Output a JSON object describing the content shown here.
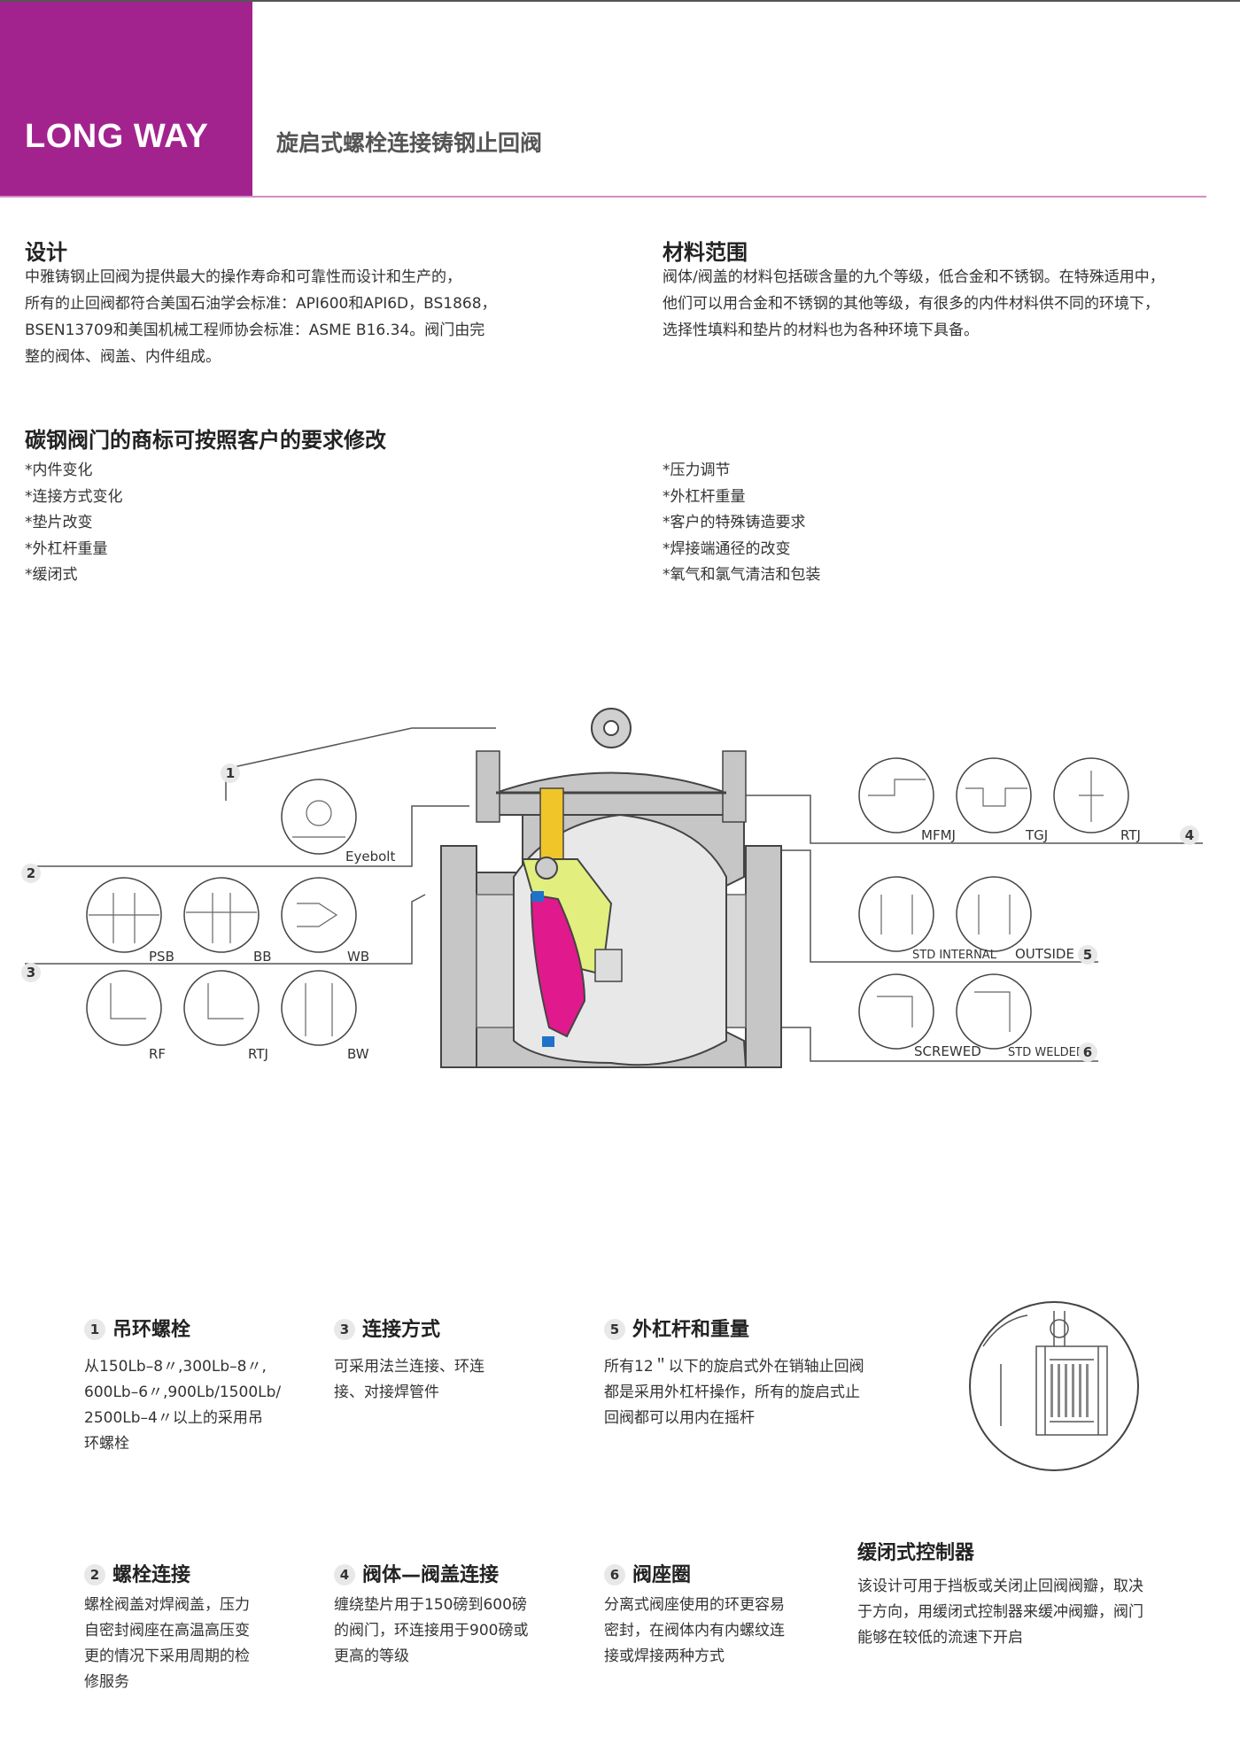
{
  "header": {
    "brand": "LONG WAY",
    "title": "旋启式螺栓连接铸钢止回阀"
  },
  "design": {
    "heading": "设计",
    "lines": [
      "中雅铸钢止回阀为提供最大的操作寿命和可靠性而设计和生产的，",
      "所有的止回阀都符合美国石油学会标准：API600和API6D，BS1868，",
      "BSEN13709和美国机械工程师协会标准：ASME B16.34。阀门由完",
      "整的阀体、阀盖、内件组成。"
    ]
  },
  "materials": {
    "heading": "材料范围",
    "lines": [
      "阀体/阀盖的材料包括碳含量的九个等级，低合金和不锈钢。在特殊适用中，",
      "他们可以用合金和不锈钢的其他等级，有很多的内件材料供不同的环境下，",
      "选择性填料和垫片的材料也为各种环境下具备。"
    ]
  },
  "custom": {
    "heading": "碳钢阀门的商标可按照客户的要求修改",
    "left": [
      "*内件变化",
      "*连接方式变化",
      "*垫片改变",
      "*外杠杆重量",
      "*缓闭式"
    ],
    "right": [
      "*压力调节",
      "*外杠杆重量",
      "*客户的特殊铸造要求",
      "*焊接端通径的改变",
      "*氧气和氯气清洁和包装"
    ]
  },
  "diagram": {
    "markers": [
      "1",
      "2",
      "3",
      "4",
      "5",
      "6"
    ],
    "labels": {
      "eyebolt": "Eyebolt",
      "psb": "PSB",
      "bb": "BB",
      "wb": "WB",
      "rf": "RF",
      "rtj_left": "RTJ",
      "bw": "BW",
      "mfmj": "MFMJ",
      "tgj": "TGJ",
      "rtj_right": "RTJ",
      "std_internal": "STD INTERNAL",
      "outside": "OUTSIDE",
      "screwed": "SCREWED",
      "std_welded": "STD WELDED"
    },
    "colors": {
      "body": "#c6c6c6",
      "disc": "#e0198c",
      "arm": "#e2ee7e",
      "hinge": "#f0c52a",
      "seat": "#1e73c8"
    }
  },
  "features": [
    {
      "num": "1",
      "title": "吊环螺栓",
      "lines": [
        "从150Lb–8〃,300Lb–8〃,",
        "600Lb–6〃,900Lb/1500Lb/",
        "2500Lb–4〃以上的采用吊",
        "环螺栓"
      ]
    },
    {
      "num": "3",
      "title": "连接方式",
      "lines": [
        "可采用法兰连接、环连",
        "接、对接焊管件"
      ]
    },
    {
      "num": "5",
      "title": "外杠杆和重量",
      "lines": [
        "所有12＂以下的旋启式外在销轴止回阀",
        "都是采用外杠杆操作，所有的旋启式止",
        "回阀都可以用内在摇杆"
      ]
    },
    {
      "num": "2",
      "title": "螺栓连接",
      "lines": [
        "螺栓阀盖对焊阀盖，压力",
        "自密封阀座在高温高压变",
        "更的情况下采用周期的检",
        "修服务"
      ]
    },
    {
      "num": "4",
      "title": "阀体—阀盖连接",
      "lines": [
        "缠绕垫片用于150磅到600磅",
        "的阀门，环连接用于900磅或",
        "更高的等级"
      ]
    },
    {
      "num": "6",
      "title": "阀座圈",
      "lines": [
        "分离式阀座使用的环更容易",
        "密封，在阀体内有内螺纹连",
        "接或焊接两种方式"
      ]
    }
  ],
  "slow_close": {
    "title": "缓闭式控制器",
    "lines": [
      "该设计可用于挡板或关闭止回阀阀瓣，取决",
      "于方向，用缓闭式控制器来缓冲阀瓣，阀门",
      "能够在较低的流速下开启"
    ]
  }
}
